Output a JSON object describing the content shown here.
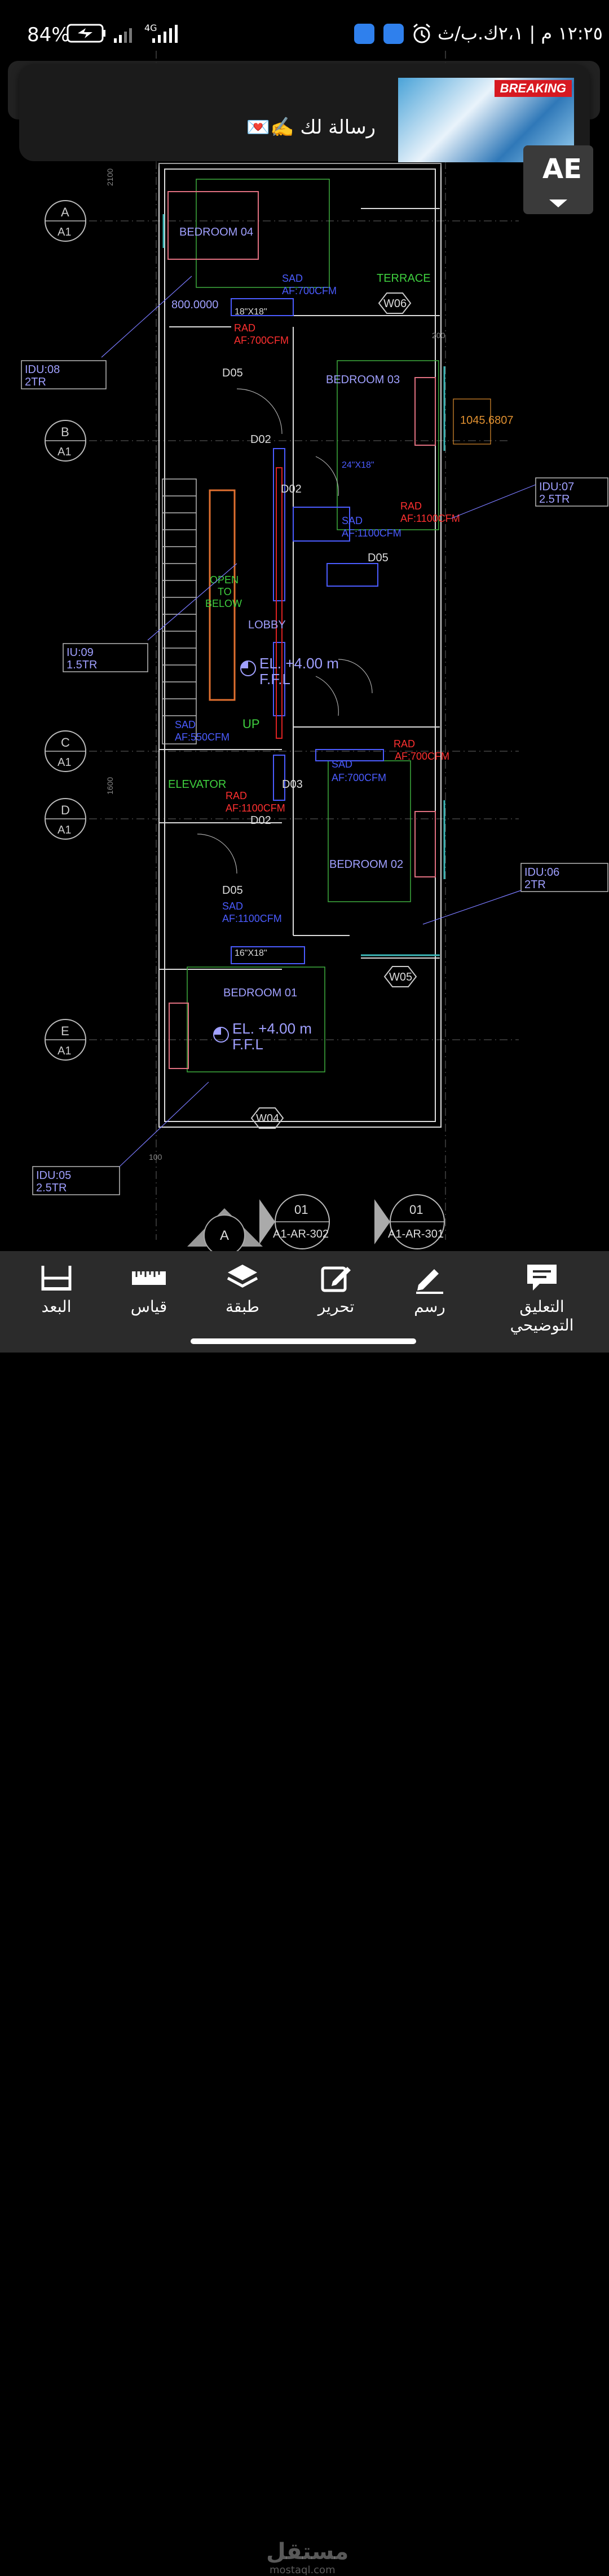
{
  "status_bar": {
    "time": "١٢:٢٥ م | ٢،١ك.ب/ث",
    "battery": "84%",
    "network": "4G"
  },
  "notification": {
    "message": "💌✍️ رسالة لك",
    "thumb_badge": "BREAKING"
  },
  "panel_button": {
    "label": "AE"
  },
  "drawing": {
    "rooms": [
      "BEDROOM 04",
      "BEDROOM 03",
      "BEDROOM 02",
      "BEDROOM 01",
      "TERRACE",
      "ELEVATOR",
      "LOBBY"
    ],
    "grid_bubbles": [
      {
        "letter": "A",
        "sheet": "A1"
      },
      {
        "letter": "B",
        "sheet": "A1"
      },
      {
        "letter": "C",
        "sheet": "A1"
      },
      {
        "letter": "D",
        "sheet": "A1"
      },
      {
        "letter": "E",
        "sheet": "A1"
      }
    ],
    "idu_tags": [
      {
        "id": "IDU:08",
        "cap": "2TR"
      },
      {
        "id": "IDU:07",
        "cap": "2.5TR"
      },
      {
        "id": "IU:09",
        "cap": "1.5TR"
      },
      {
        "id": "IDU:06",
        "cap": "2TR"
      },
      {
        "id": "IDU:05",
        "cap": "2.5TR"
      }
    ],
    "windows": [
      "W06",
      "W05",
      "W04"
    ],
    "doors": [
      "D05",
      "D02",
      "D02",
      "D05",
      "D03",
      "D02",
      "D05"
    ],
    "dims": [
      "2100",
      "200",
      "1600",
      "1045.6807",
      "100"
    ],
    "air_labels": [
      "SAD\nAF:700CFM",
      "RAD\nAF:700CFM",
      "RAD\nAF:1100CFM",
      "SAD\nAF:1100CFM",
      "SAD\nAF:550CFM",
      "RAD\nAF:1100CFM",
      "RAD\nAF:700CFM",
      "SAD\nAF:700CFM",
      "SAD\nAF:1100CFM"
    ],
    "elevation": [
      "EL. +4.00 m",
      "F.F.L"
    ],
    "open_to_below": [
      "OPEN",
      "TO",
      "BELOW"
    ],
    "up": "UP",
    "section_marks": [
      {
        "num": "01",
        "ref": "A1-AR-302"
      },
      {
        "num": "01",
        "ref": "A1-AR-301"
      }
    ],
    "north": "A",
    "misc_text": [
      "800.0000",
      "18\"X18\"",
      "16\"X18\"",
      "24\"X18\""
    ]
  },
  "bottom_toolbar": {
    "items": [
      {
        "label": "البعد",
        "icon": "dimension-icon"
      },
      {
        "label": "قياس",
        "icon": "ruler-icon"
      },
      {
        "label": "طبقة",
        "icon": "layers-icon"
      },
      {
        "label": "تحرير",
        "icon": "edit-icon"
      },
      {
        "label": "رسم",
        "icon": "pen-icon"
      },
      {
        "label": "التعليق التوضيحي",
        "icon": "comment-icon"
      }
    ]
  },
  "watermark": {
    "text": "مستقل",
    "sub": "mostaql.com"
  }
}
